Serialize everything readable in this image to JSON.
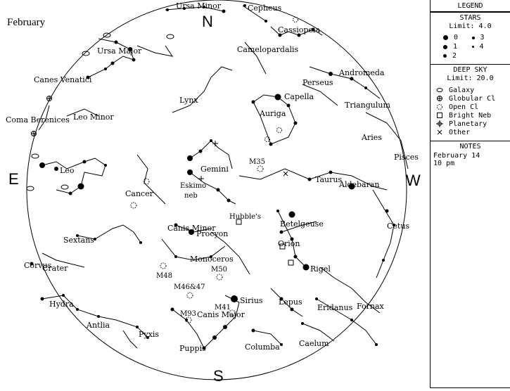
{
  "title": "February",
  "directions": {
    "north": "N",
    "south": "S",
    "east": "E",
    "west": "W"
  },
  "legend": {
    "heading": "LEGEND",
    "stars_title": "STARS",
    "stars_limit": "Limit: 4.0",
    "magnitudes": [
      "0",
      "1",
      "2",
      "3",
      "4"
    ],
    "deep_sky_title": "DEEP SKY",
    "deep_sky_limit": "Limit: 20.0",
    "deep_sky_types": [
      {
        "symbol": "galaxy-icon",
        "label": "Galaxy"
      },
      {
        "symbol": "globular-cluster-icon",
        "label": "Globular Cl"
      },
      {
        "symbol": "open-cluster-icon",
        "label": "Open Cl"
      },
      {
        "symbol": "bright-nebula-icon",
        "label": "Bright Neb"
      },
      {
        "symbol": "planetary-nebula-icon",
        "label": "Planetary"
      },
      {
        "symbol": "other-icon",
        "label": "Other"
      }
    ],
    "notes_title": "NOTES",
    "notes_lines": [
      "February 14",
      "10 pm"
    ]
  },
  "constellations": [
    "Ursa Minor",
    "Cepheus",
    "Cassiopeia",
    "Camelopardalis",
    "Ursa Major",
    "Canes Venatici",
    "Andromeda",
    "Perseus",
    "Capella",
    "Triangulum",
    "Lynx",
    "Coma Berenices",
    "Leo Minor",
    "Auriga",
    "Aries",
    "Pisces",
    "Leo",
    "Gemini",
    "Cancer",
    "Taurus",
    "Aldebaran",
    "Cetus",
    "Canis Minor",
    "Procyon",
    "Betelgeuse",
    "Sextans",
    "Orion",
    "Monoceros",
    "Crater",
    "Corvus",
    "Rigel",
    "Hydra",
    "Sirius",
    "Lepus",
    "Eridanus",
    "Fornax",
    "Canis Major",
    "Antlia",
    "Pyxis",
    "Columba",
    "Caelum",
    "Puppis"
  ],
  "deep_sky_labels": [
    "M35",
    "Eskimo",
    "neb",
    "Hubble's",
    "M48",
    "M50",
    "M46&47",
    "M41",
    "M93"
  ]
}
